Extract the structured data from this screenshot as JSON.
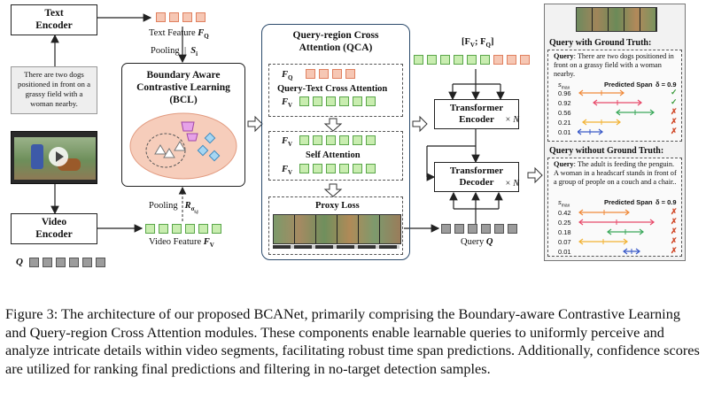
{
  "text_encoder": "Text\nEncoder",
  "video_encoder": "Video\nEncoder",
  "query_sentence": "There are two dogs positioned in front on a grassy field with a woman nearby.",
  "text_feature": "Text Feature",
  "text_feature_sym": "F",
  "text_feature_sub": "Q",
  "pooling_top": "Pooling",
  "pooling_top_sym": "S",
  "pooling_top_sub": "i",
  "bcl_title": "Boundary Aware\nContrastive Learning\n(BCL)",
  "pooling_bottom": "Pooling",
  "pooling_bottom_sym": "R",
  "pooling_bottom_sub": "σ",
  "pooling_bottom_sub2": "i,j",
  "video_feature": "Video Feature",
  "video_feature_sym": "F",
  "video_feature_sub": "V",
  "q_label": "Q",
  "qca_title": "Query-region Cross\nAttention (QCA)",
  "fq_tilde_label": "F",
  "fq_tilde_sub": "Q",
  "qtca_label": "Query-Text Cross Attention",
  "fv_tilde_label": "F",
  "fv_tilde_sub": "V",
  "fv_prime_sub": "V",
  "self_attention": "Self Attention",
  "proxy_loss": "Proxy Loss",
  "concat_label": "[F",
  "concat_sub1": "V",
  "concat_mid": "; F",
  "concat_sub2": "Q",
  "concat_end": "]",
  "transformer_encoder": "Transformer\nEncoder",
  "transformer_decoder": "Transformer\nDecoder",
  "times_n": "× N",
  "query_q_label": "Query",
  "query_q_sym": "Q",
  "with_gt_title": "Query with Ground Truth:",
  "without_gt_title": "Query without Ground Truth:",
  "query_prefix": "Query",
  "with_gt_query": ": There are two dogs positioned in front on a grassy field with a woman nearby.",
  "without_gt_query": ": The adult is feeding the penguin. A woman in a headscarf stands in front of a group of people on a couch and a chair..",
  "smax_label": "s",
  "smax_sub": "max",
  "predicted_span": "Predicted Span",
  "delta_label": "δ = 0.9",
  "with_gt_rows": [
    {
      "score": "0.96",
      "mark": "✓",
      "mark_color": "#3a9a3a",
      "color": "#f08a3a"
    },
    {
      "score": "0.92",
      "mark": "✓",
      "mark_color": "#3a9a3a",
      "color": "#e84a6a"
    },
    {
      "score": "0.56",
      "mark": "✗",
      "mark_color": "#d04a2a",
      "color": "#3aa85a"
    },
    {
      "score": "0.21",
      "mark": "✗",
      "mark_color": "#d04a2a",
      "color": "#f2b233"
    },
    {
      "score": "0.01",
      "mark": "✗",
      "mark_color": "#d04a2a",
      "color": "#3a5ac8"
    }
  ],
  "without_gt_rows": [
    {
      "score": "0.42",
      "mark": "✗",
      "mark_color": "#d04a2a",
      "color": "#f08a3a"
    },
    {
      "score": "0.25",
      "mark": "✗",
      "mark_color": "#d04a2a",
      "color": "#e84a6a"
    },
    {
      "score": "0.18",
      "mark": "✗",
      "mark_color": "#d04a2a",
      "color": "#3aa85a"
    },
    {
      "score": "0.07",
      "mark": "✗",
      "mark_color": "#d04a2a",
      "color": "#f2b233"
    },
    {
      "score": "0.01",
      "mark": "✗",
      "mark_color": "#d04a2a",
      "color": "#3a5ac8"
    }
  ],
  "caption": "Figure 3: The architecture of our proposed BCANet, primarily comprising the Boundary-aware Contrastive Learning and Query-region Cross Attention modules. These components enable learnable queries to uniformly perceive and analyze intricate details within video segments, facilitating robust time span predictions. Additionally, confidence scores are utilized for ranking final predictions and filtering in no-target detection samples."
}
